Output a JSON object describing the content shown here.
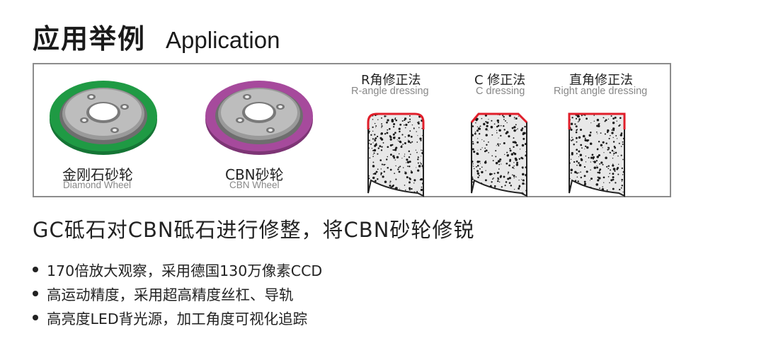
{
  "header": {
    "title_cn": "应用举例",
    "title_en": "Application"
  },
  "wheels": [
    {
      "label_cn": "金刚石砂轮",
      "label_en": "Diamond Wheel",
      "ring_color": "#1f9a44",
      "ring_dark": "#157535"
    },
    {
      "label_cn": "CBN砂轮",
      "label_en": "CBN Wheel",
      "ring_color": "#a64a9c",
      "ring_dark": "#7d3575"
    }
  ],
  "dressing": [
    {
      "label_cn": "R角修正法",
      "label_en": "R-angle dressing",
      "profile": "round"
    },
    {
      "label_cn": "C 修正法",
      "label_en": "C dressing",
      "profile": "chamfer"
    },
    {
      "label_cn": "直角修正法",
      "label_en": "Right angle dressing",
      "profile": "square"
    }
  ],
  "colors": {
    "dress_edge": "#e01e2a",
    "panel_border": "#8c8c8c",
    "stone_bg": "#e8e8e8"
  },
  "headline": "GC砥石对CBN砥石进行修整，将CBN砂轮修锐",
  "bullets": [
    "170倍放大观察，采用德国130万像素CCD",
    "高运动精度，采用超高精度丝杠、导轨",
    "高亮度LED背光源，加工角度可视化追踪"
  ]
}
